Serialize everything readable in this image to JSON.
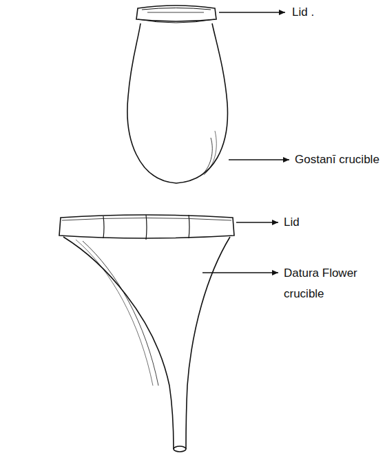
{
  "diagram": {
    "labels": [
      "Lid .",
      "Gostanī crucible",
      "Lid",
      "Datura Flower crucible"
    ]
  }
}
